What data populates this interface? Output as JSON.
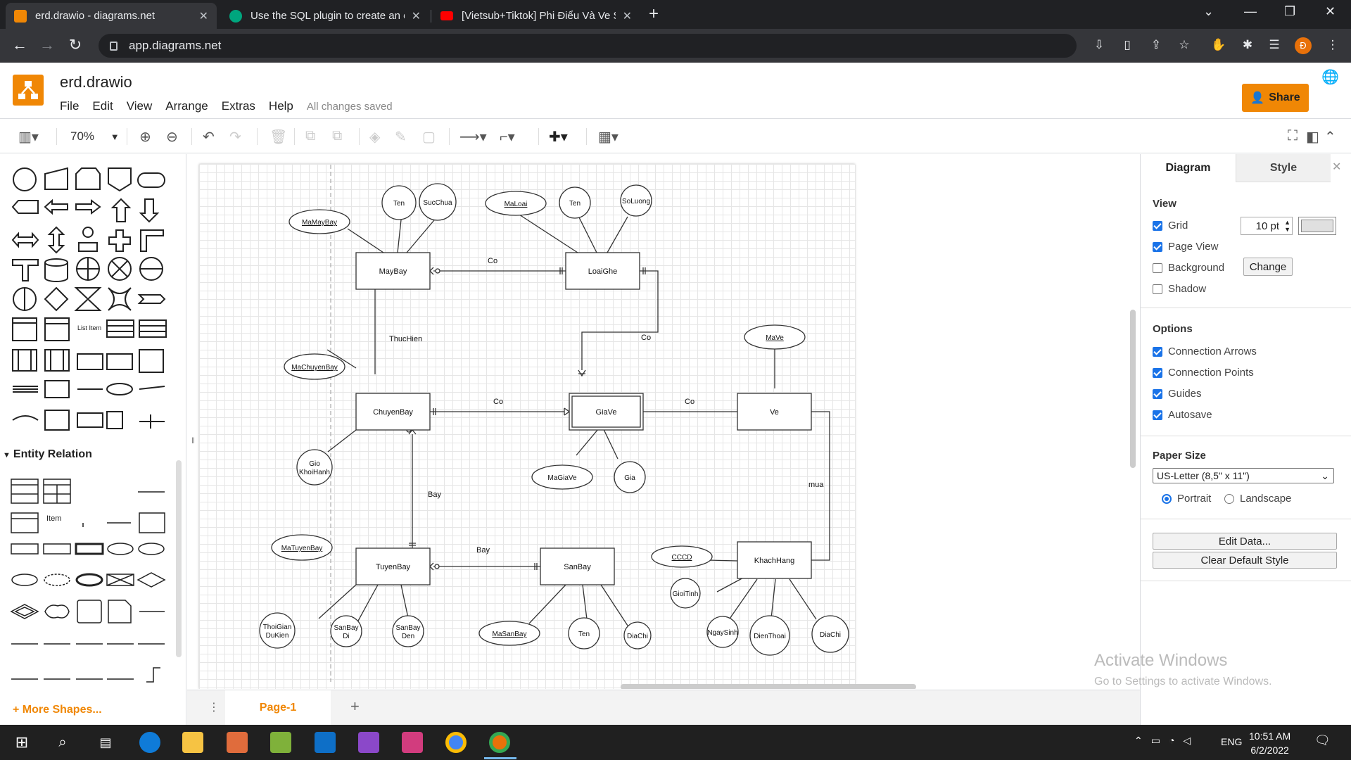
{
  "browser": {
    "tabs": [
      {
        "title": "erd.drawio - diagrams.net",
        "active": true,
        "icon": "drawio-favicon",
        "color": "#f08705"
      },
      {
        "title": "Use the SQL plugin to create an e",
        "active": false,
        "icon": "chat-favicon",
        "color": "#00a67e"
      },
      {
        "title": "[Vietsub+Tiktok] Phi Điểu Và Ve S",
        "active": false,
        "icon": "youtube-favicon",
        "color": "#ff0000"
      }
    ],
    "url": "app.diagrams.net",
    "profile_initial": "Đ"
  },
  "app": {
    "file_name": "erd.drawio",
    "menu": [
      "File",
      "Edit",
      "View",
      "Arrange",
      "Extras",
      "Help"
    ],
    "status": "All changes saved",
    "share_label": "Share",
    "zoom": "70%"
  },
  "sidebar": {
    "section": "Entity Relation",
    "list_item_label": "List Item",
    "item_label": "Item",
    "more_shapes": "+ More Shapes..."
  },
  "pages": {
    "current": "Page-1"
  },
  "format_panel": {
    "tabs": [
      "Diagram",
      "Style"
    ],
    "view_title": "View",
    "view_options": [
      {
        "label": "Grid",
        "checked": true
      },
      {
        "label": "Page View",
        "checked": true
      },
      {
        "label": "Background",
        "checked": false
      },
      {
        "label": "Shadow",
        "checked": false
      }
    ],
    "grid_size": "10 pt",
    "change_label": "Change",
    "options_title": "Options",
    "options": [
      {
        "label": "Connection Arrows",
        "checked": true
      },
      {
        "label": "Connection Points",
        "checked": true
      },
      {
        "label": "Guides",
        "checked": true
      },
      {
        "label": "Autosave",
        "checked": true
      }
    ],
    "paper_size_title": "Paper Size",
    "paper_size": "US-Letter (8,5\" x 11\")",
    "portrait": "Portrait",
    "landscape": "Landscape",
    "edit_data": "Edit Data...",
    "clear_style": "Clear Default Style"
  },
  "watermark": {
    "line1": "Activate Windows",
    "line2": "Go to Settings to activate Windows."
  },
  "taskbar": {
    "lang": "ENG",
    "time": "10:51 AM",
    "date": "6/2/2022"
  },
  "diagram": {
    "entities": [
      {
        "id": "MayBay",
        "label": "MayBay"
      },
      {
        "id": "LoaiGhe",
        "label": "LoaiGhe"
      },
      {
        "id": "ChuyenBay",
        "label": "ChuyenBay"
      },
      {
        "id": "GiaVe",
        "label": "GiaVe"
      },
      {
        "id": "Ve",
        "label": "Ve"
      },
      {
        "id": "TuyenBay",
        "label": "TuyenBay"
      },
      {
        "id": "SanBay",
        "label": "SanBay"
      },
      {
        "id": "KhachHang",
        "label": "KhachHang"
      }
    ],
    "attributes": [
      {
        "label": "Ten",
        "key": false
      },
      {
        "label": "SucChua",
        "key": false
      },
      {
        "label": "MaMayBay",
        "key": true
      },
      {
        "label": "MaLoai",
        "key": true
      },
      {
        "label": "Ten",
        "key": false
      },
      {
        "label": "SoLuong",
        "key": false
      },
      {
        "label": "MaChuyenBay",
        "key": true
      },
      {
        "label": "Gio KhoiHanh",
        "key": false
      },
      {
        "label": "MaGiaVe",
        "key": false
      },
      {
        "label": "Gia",
        "key": false
      },
      {
        "label": "MaVe",
        "key": true
      },
      {
        "label": "MaTuyenBay",
        "key": true
      },
      {
        "label": "ThoiGian DuKien",
        "key": false
      },
      {
        "label": "SanBay Di",
        "key": false
      },
      {
        "label": "SanBay Den",
        "key": false
      },
      {
        "label": "MaSanBay",
        "key": true
      },
      {
        "label": "Ten",
        "key": false
      },
      {
        "label": "DiaChi",
        "key": false
      },
      {
        "label": "CCCD",
        "key": true
      },
      {
        "label": "GioiTinh",
        "key": false
      },
      {
        "label": "NgaySinh",
        "key": false
      },
      {
        "label": "DienThoai",
        "key": false
      },
      {
        "label": "DiaChi",
        "key": false
      }
    ],
    "relationship_labels": [
      "Co",
      "Co",
      "ThucHien",
      "Co",
      "Co",
      "Bay",
      "Bay",
      "mua"
    ]
  }
}
